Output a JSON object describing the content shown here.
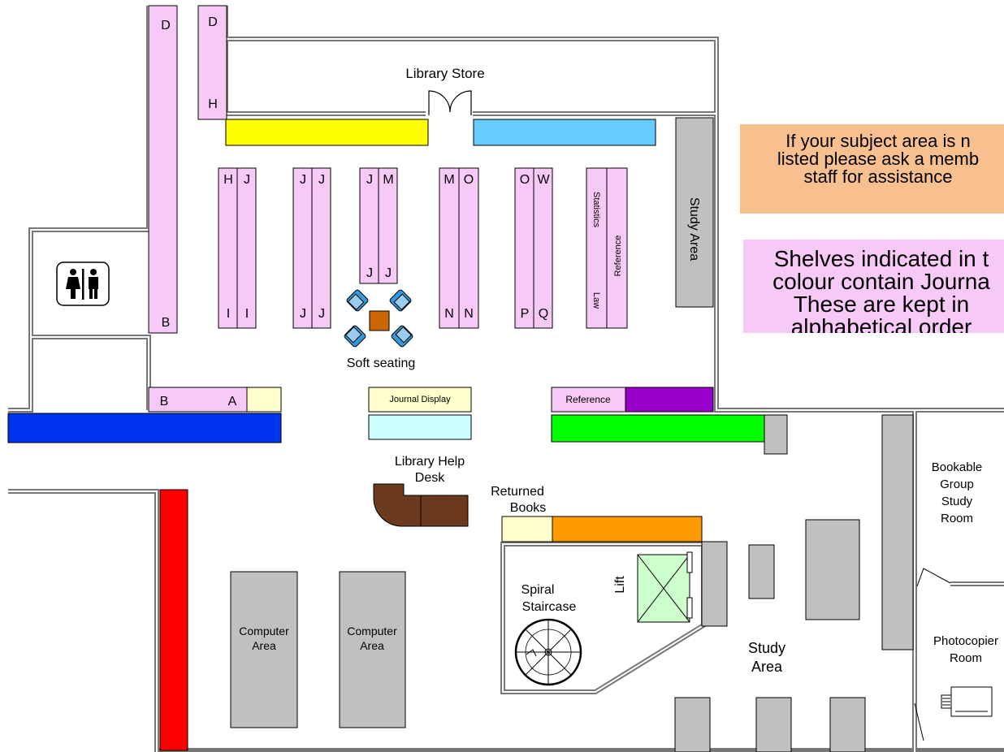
{
  "labels": {
    "library_store": "Library Store",
    "soft_seating": "Soft seating",
    "study_area_vertical": "Study Area",
    "journal_display": "Journal Display",
    "reference_bottom": "Reference",
    "library_help_desk_l1": "Library Help",
    "library_help_desk_l2": "Desk",
    "returned_books_l1": "Returned",
    "returned_books_l2": "Books",
    "spiral_l1": "Spiral",
    "spiral_l2": "Staircase",
    "lift": "Lift",
    "computer_area_l1": "Computer",
    "computer_area_l2": "Area",
    "study_area_l1": "Study",
    "study_area_l2": "Area",
    "bookable_l1": "Bookable",
    "bookable_l2": "Group",
    "bookable_l3": "Study",
    "bookable_l4": "Room",
    "photocopier_l1": "Photocopier",
    "photocopier_l2": "Room",
    "statistics": "Statistics",
    "reference_vertical": "Reference",
    "law": "Law"
  },
  "shelf_letters": {
    "col_b_top": "D",
    "col_b_bottom": "B",
    "col_dh_top": "D",
    "col_dh_bottom": "H",
    "s1_tl": "H",
    "s1_tr": "J",
    "s1_bl": "I",
    "s1_br": "I",
    "s2_tl": "J",
    "s2_tr": "J",
    "s2_bl": "J",
    "s2_br": "J",
    "s3_tl": "J",
    "s3_tr": "M",
    "s3_bl": "J",
    "s3_br": "J",
    "s4_tl": "M",
    "s4_tr": "O",
    "s4_bl": "N",
    "s4_br": "N",
    "s5_tl": "O",
    "s5_tr": "W",
    "s5_bl": "P",
    "s5_br": "Q",
    "ba_left": "B",
    "ba_right": "A"
  },
  "notes": {
    "subject": [
      "If your subject area is n",
      "listed please ask a memb",
      "staff for assistance"
    ],
    "shelves": [
      "Shelves indicated in t",
      "colour contain Journa",
      "These are kept in",
      "alphabetical order"
    ]
  },
  "colors": {
    "shelf_pink": "#f7c9f7",
    "yellow": "#ffff00",
    "light_blue": "#66ccff",
    "blue": "#0033ee",
    "green": "#00ff00",
    "purple": "#9900cc",
    "red": "#ff0000",
    "orange": "#ff9900",
    "cream": "#ffffcc",
    "cyan": "#ccffff",
    "grey": "#c0c0c0",
    "brown": "#6b3a1e",
    "lift_green": "#ccffcc",
    "note_orange": "#f9c08f"
  },
  "icons": [
    "toilet-icon",
    "photocopier-icon",
    "door-icon",
    "chair-icon",
    "table-icon",
    "spiral-staircase-icon",
    "lift-icon"
  ]
}
